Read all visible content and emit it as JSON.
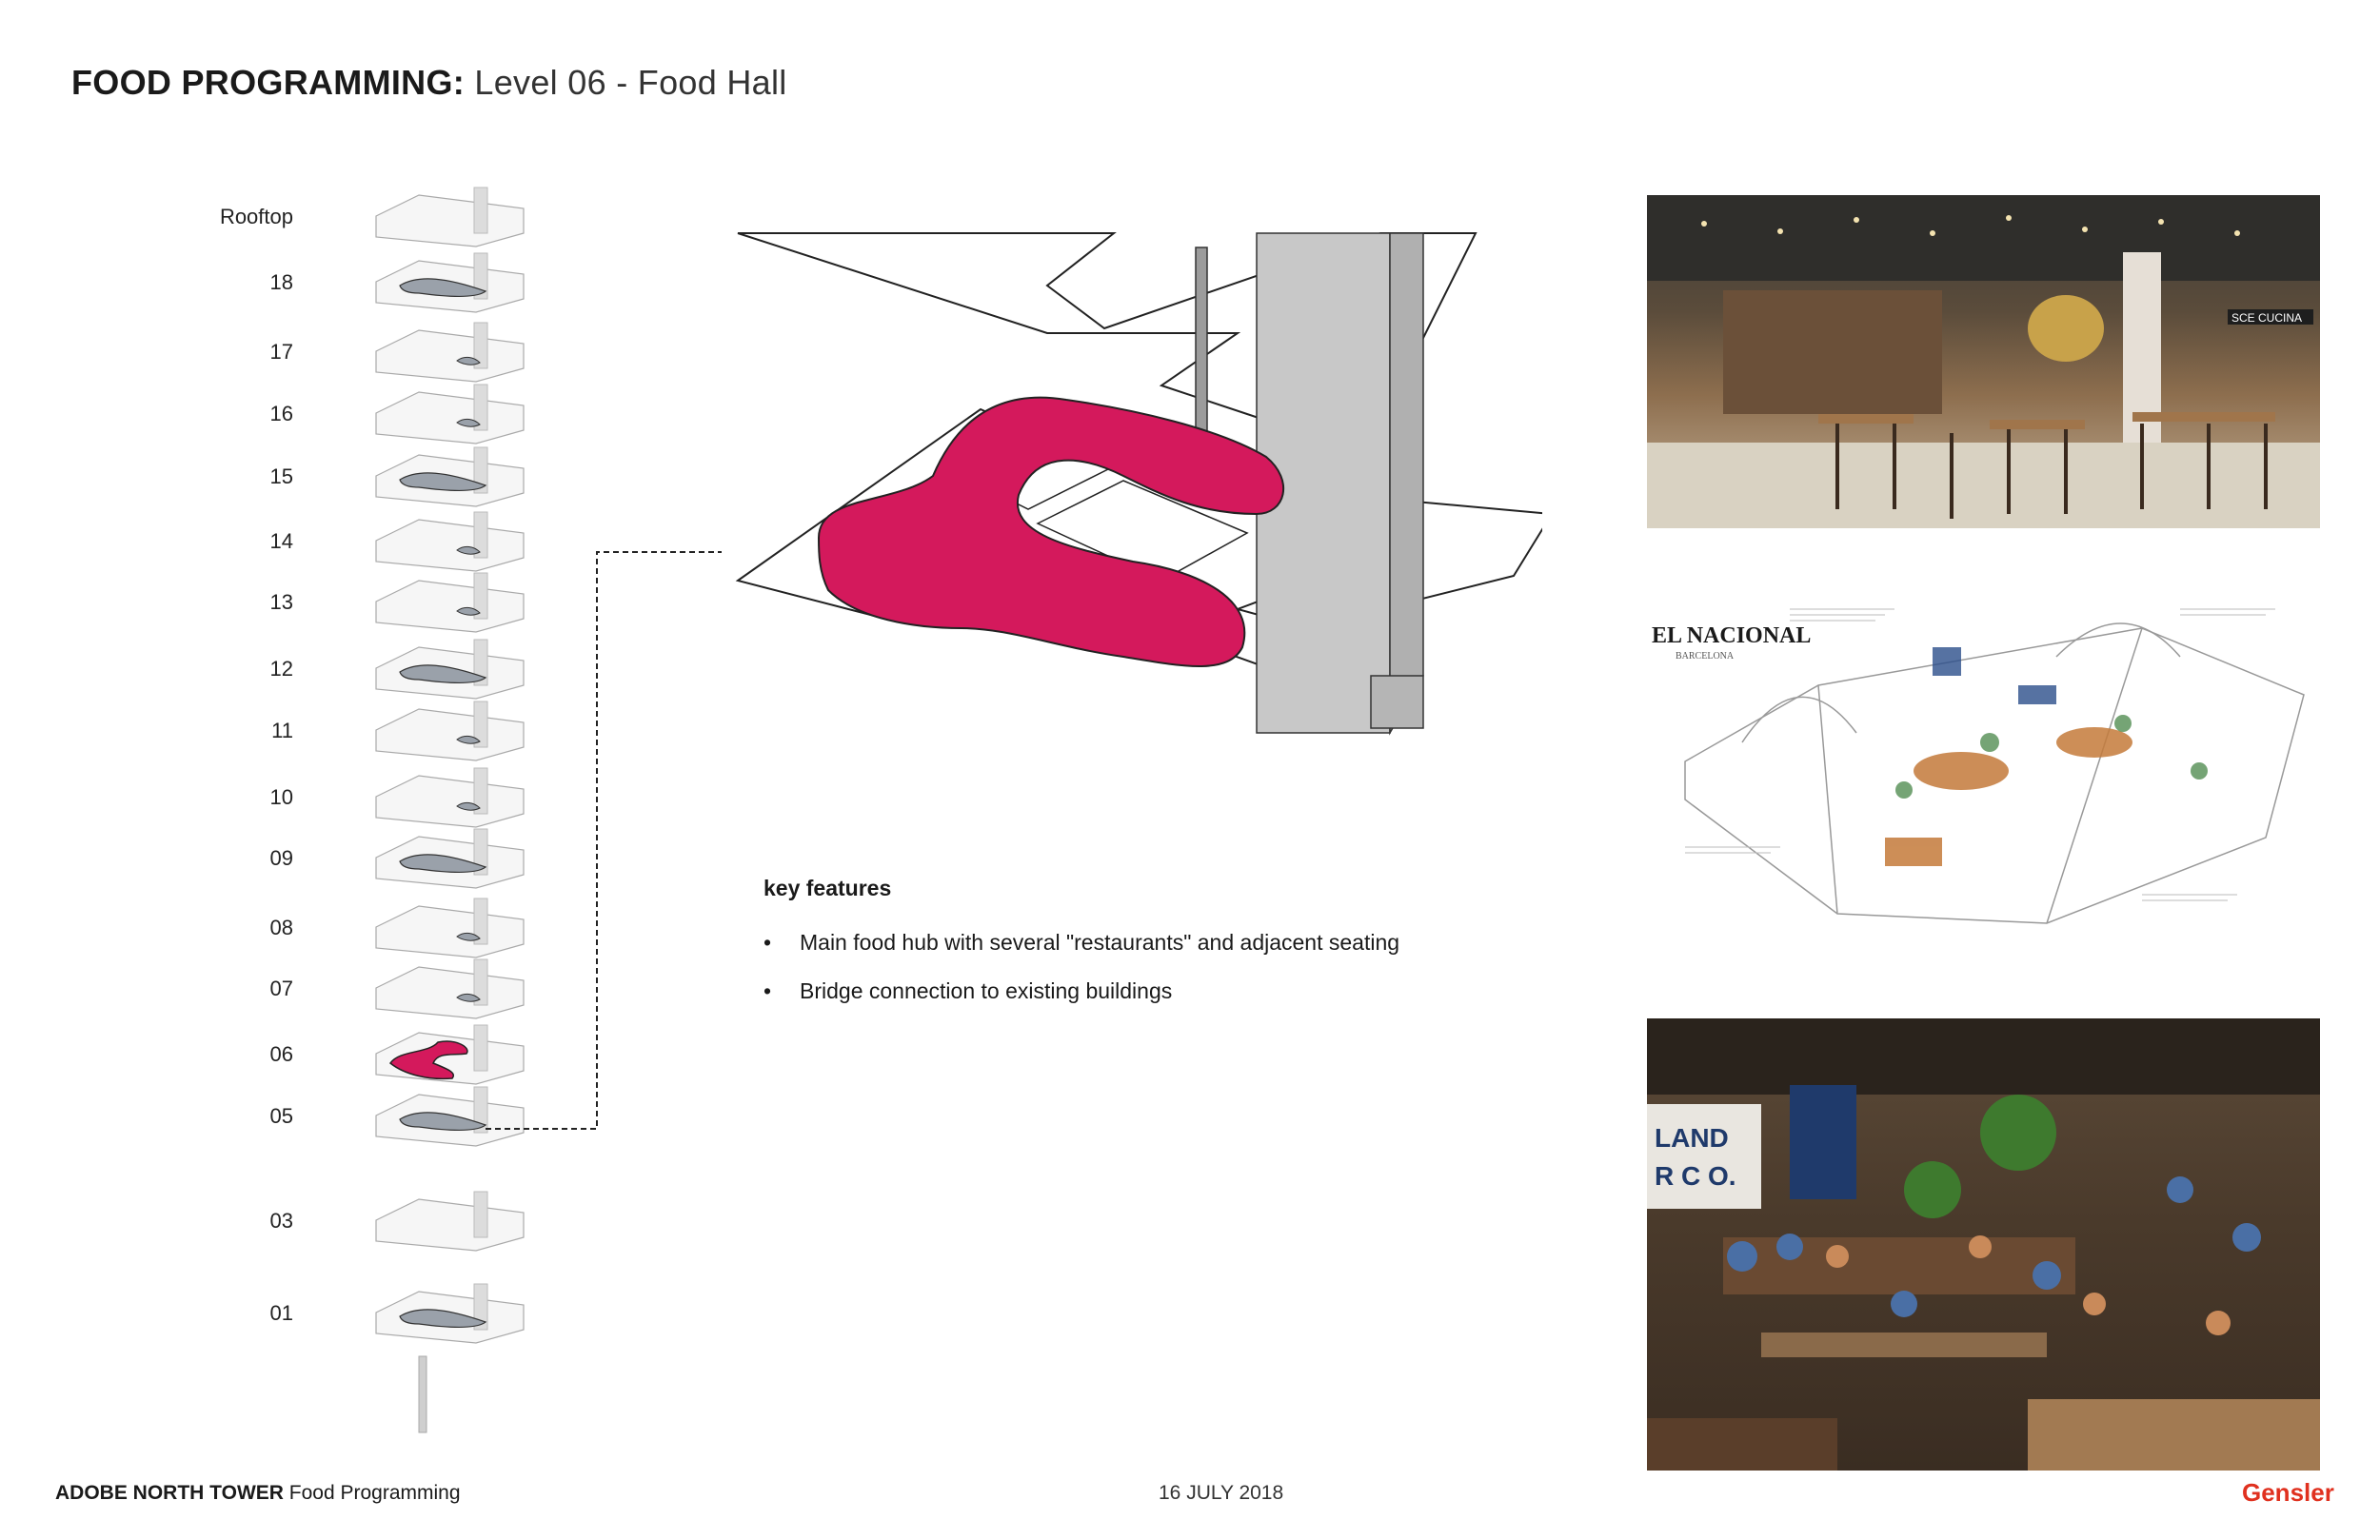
{
  "header": {
    "title_bold": "FOOD PROGRAMMING:",
    "title_light": "Level 06 - Food Hall"
  },
  "levels": [
    "Rooftop",
    "18",
    "17",
    "16",
    "15",
    "14",
    "13",
    "12",
    "11",
    "10",
    "09",
    "08",
    "07",
    "06",
    "05",
    "03",
    "01"
  ],
  "highlight_level": "06",
  "colors": {
    "highlight": "#d4195c",
    "food_area": "#9aa1aa",
    "core": "#c8c8c8",
    "brand": "#e0311f"
  },
  "features": {
    "heading": "key features",
    "items": [
      "Main food hub with several \"restaurants\" and adjacent seating",
      "Bridge connection to existing buildings"
    ]
  },
  "photos": {
    "photo1_sign": "SCE CUCINA",
    "photo2_logo": "EL NACIONAL",
    "photo2_logo_sub": "BARCELONA",
    "photo3_sign_line1": "LAND",
    "photo3_sign_line2": "R C O."
  },
  "footer": {
    "project": "ADOBE NORTH TOWER",
    "subtitle": "Food Programming",
    "date": "16 JULY 2018",
    "brand": "Gensler"
  }
}
